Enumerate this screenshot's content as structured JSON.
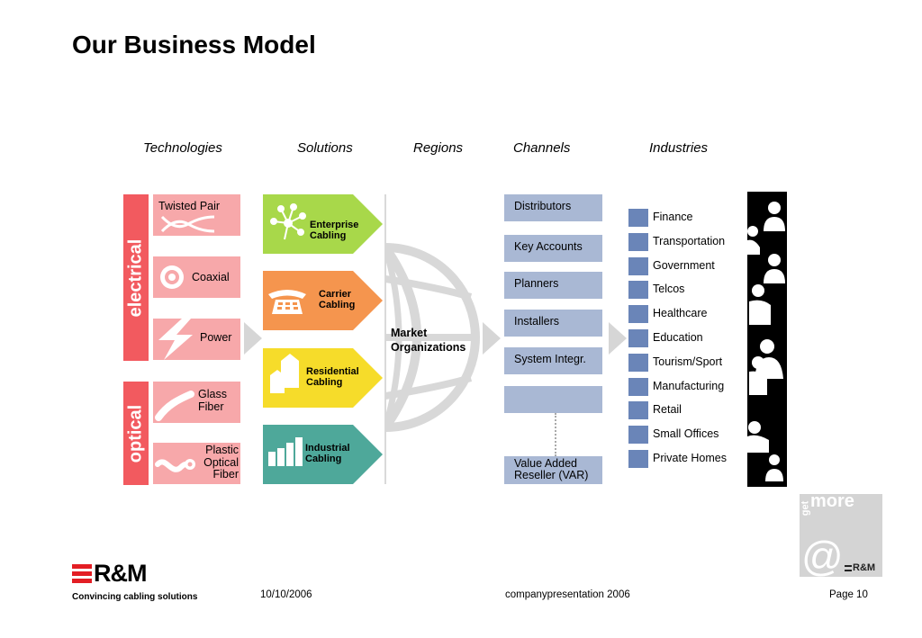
{
  "title": "Our Business Model",
  "headers": {
    "technologies": "Technologies",
    "solutions": "Solutions",
    "regions": "Regions",
    "channels": "Channels",
    "industries": "Industries"
  },
  "groups": {
    "electrical": "electrical",
    "optical": "optical"
  },
  "technologies": {
    "twisted_pair": "Twisted Pair",
    "coaxial": "Coaxial",
    "power": "Power",
    "glass_fiber": [
      "Glass",
      "Fiber"
    ],
    "plastic_fiber": [
      "Plastic",
      "Optical",
      "Fiber"
    ]
  },
  "solutions": {
    "enterprise": [
      "Enterprise",
      "Cabling"
    ],
    "carrier": [
      "Carrier",
      "Cabling"
    ],
    "residential": [
      "Residential",
      "Cabling"
    ],
    "industrial": [
      "Industrial",
      "Cabling"
    ]
  },
  "regions": {
    "market": [
      "Market",
      "Organizations"
    ]
  },
  "channels": {
    "distributors": "Distributors",
    "key_accounts": "Key Accounts",
    "planners": "Planners",
    "installers": "Installers",
    "system_integr": "System Integr.",
    "var": [
      "Value Added",
      "Reseller (VAR)"
    ]
  },
  "industries": [
    "Finance",
    "Transportation",
    "Government",
    "Telcos",
    "Healthcare",
    "Education",
    "Tourism/Sport",
    "Manufacturing",
    "Retail",
    "Small Offices",
    "Private Homes"
  ],
  "logo": {
    "brand": "R&M",
    "tagline": "Convincing cabling solutions"
  },
  "badge": {
    "get": "get",
    "more": "more",
    "at": "@",
    "brand": "R&M"
  },
  "footer": {
    "date": "10/10/2006",
    "doc": "companypresentation 2006",
    "page": "Page 10"
  },
  "colors": {
    "electrical_bar": "#f25a5f",
    "tech_box": "#f7a8aa",
    "enterprise": "#a8d84a",
    "carrier": "#f5954e",
    "residential": "#f6dc2a",
    "industrial": "#4ea89a",
    "channel_box": "#a9b8d4",
    "industry_square": "#6a85b8"
  }
}
